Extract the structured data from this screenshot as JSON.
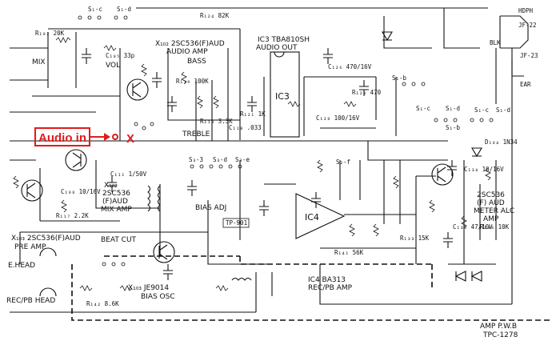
{
  "colors": {
    "ink": "#111111",
    "annotation": "#e01b1b",
    "paper": "#ffffff"
  },
  "annotation": {
    "text": "Audio in",
    "mark": "X"
  },
  "blocks": {
    "q1": "X₁₀₂ 2SC536(F)AUD",
    "q1_sub": "AUDIO AMP",
    "ic3": "IC3 TBA810SH",
    "ic3_sub": "AUDIO OUT",
    "ic3_chip": "IC3",
    "ic4": "IC4",
    "ic4_part": "IC4  BA313",
    "ic4_sub": "REC/PB AMP",
    "mix_amp": [
      "X₁₀₂",
      "2SC536",
      "(F)AUD",
      "MIX AMP"
    ],
    "pre_amp": "X₁₀₃ 2SC536(F)AUD",
    "pre_amp_sub": "PRE AMP",
    "bias_osc": "X₁₀₃ JE9014",
    "bias_osc_sub": "BIAS OSC",
    "meter_amp": [
      "2SC536",
      "(F) AUD",
      "METER ALC",
      "AMP"
    ],
    "amp_pwb": "AMP P.W.B",
    "amp_pwb_num": "TPC-1278",
    "tp": "TP-901"
  },
  "labels": {
    "mix": "MIX",
    "vol": "VOL",
    "bass": "BASS",
    "treble": "TREBLE",
    "bias_adj": "BIAS ADJ",
    "beat_cut": "BEAT CUT",
    "e_head": "E.HEAD",
    "rec_pb_head": "REC/PB HEAD",
    "jf22": "JF-22",
    "jf23": "JF-23",
    "ear": "EAR",
    "hdph": "HDPH",
    "blk": "BLK",
    "sw_labels": [
      "S₁-c",
      "S₁-d",
      "S₃-3",
      "S₃-d",
      "S₃-e",
      "S₁-b",
      "S₁-c",
      "S₁-d",
      "S₂-f",
      "S₁-b",
      "S₁-c",
      "S₁-d"
    ],
    "parts": [
      "R₁₀₂ 20K",
      "R₁₂₄ 82K",
      "C₁₀₅ 33p",
      "R₁₁₉ 100K",
      "C₁₂₈ 100/16V",
      "R₁₂₀ 470",
      "C₁₂₆ 470/16V",
      "R₁₂₁ 1K",
      "C₁₁₈ .033",
      "R₁₁₈ 3.3K",
      "C₁₁₁ 1/50V",
      "C₁₀₈ 10/16V",
      "R₁₁₇ 2.2K",
      "R₁₄₁ 56K",
      "R₁₃₃ 15K",
      "C₁₃₄ 10/16V",
      "R₁₃₆ 10K",
      "D₁₀₄ 1N34",
      "C₁₃₅ 47/10V",
      "R₁₄₂ 8.6K"
    ]
  }
}
